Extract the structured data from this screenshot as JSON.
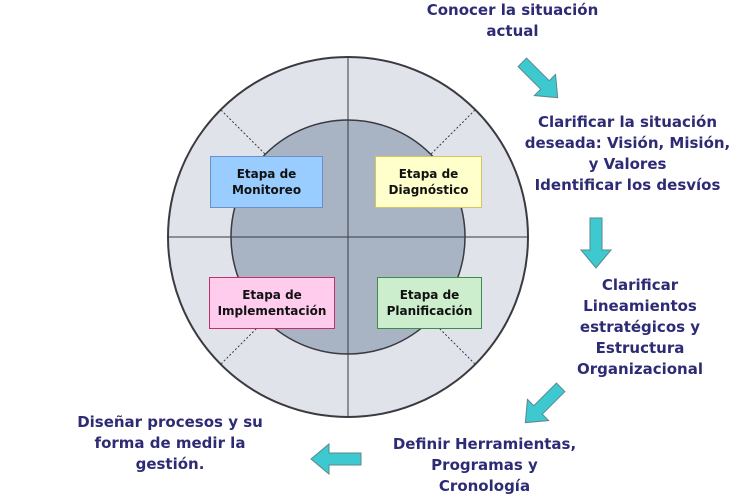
{
  "colors": {
    "text": "#2e2b75",
    "arrow": "#3ec8cf",
    "arrow_stroke": "#5a8a8f",
    "outer_ring": "#e0e3ea",
    "inner_circle": "#a8b4c4",
    "ring_stroke": "#3a3a40"
  },
  "stages": [
    {
      "id": "monitoreo",
      "label": "Etapa de\nMonitoreo",
      "fill": "#99ccff",
      "border": "#6c8fc9"
    },
    {
      "id": "diagnostico",
      "label": "Etapa de\nDiagnóstico",
      "fill": "#ffffcc",
      "border": "#d6c45c"
    },
    {
      "id": "implementacion",
      "label": "Etapa de\nImplementación",
      "fill": "#ffccee",
      "border": "#c0306a"
    },
    {
      "id": "planificacion",
      "label": "Etapa de\nPlanificación",
      "fill": "#cceecc",
      "border": "#3e8c4a"
    }
  ],
  "steps": [
    {
      "id": "conocer",
      "text": "Conocer la situación\nactual"
    },
    {
      "id": "clarificar-situacion",
      "text": "Clarificar la situación\ndeseada: Visión,  Misión,\ny Valores\nIdentificar los desvíos"
    },
    {
      "id": "clarificar-lineamientos",
      "text": "Clarificar\nLineamientos\nestratégicos y\nEstructura\nOrganizacional"
    },
    {
      "id": "definir",
      "text": "Definir Herramientas,\nProgramas y\nCronología"
    },
    {
      "id": "disenar",
      "text": "Diseñar procesos y su\nforma de medir la\ngestión."
    }
  ],
  "arrows": [
    {
      "id": "arrow-1",
      "direction": "down-right"
    },
    {
      "id": "arrow-2",
      "direction": "down"
    },
    {
      "id": "arrow-3",
      "direction": "down-left"
    },
    {
      "id": "arrow-4",
      "direction": "left"
    }
  ]
}
